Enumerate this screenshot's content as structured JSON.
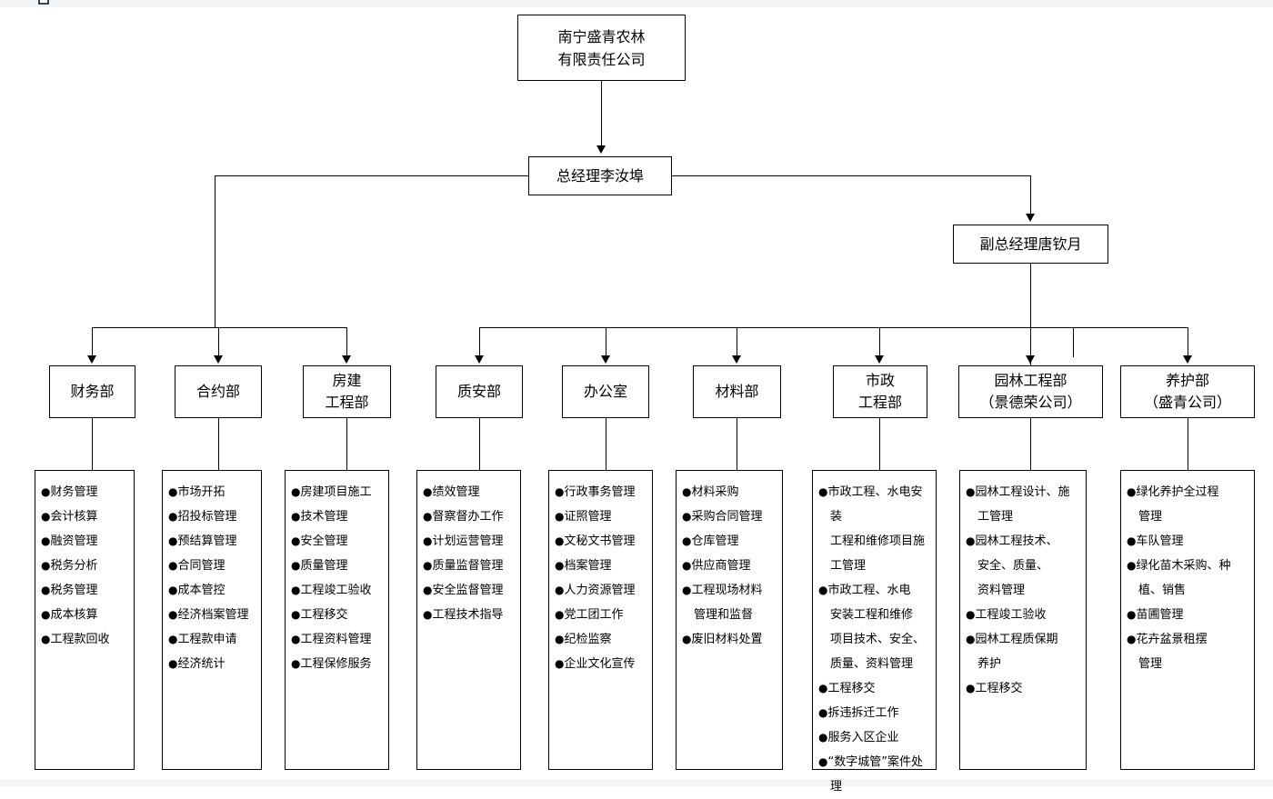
{
  "document": {
    "title": "南宁盛青农林有限责任公司 组织架构图",
    "tab_fragment_icon": "document-tab-icon"
  },
  "org": {
    "company": "南宁盛青农林\n有限责任公司",
    "general_manager": "总经理李汝埠",
    "deputy_general_manager": "副总经理唐钦月"
  },
  "departments": [
    {
      "id": "finance",
      "name": "财务部",
      "items": [
        "财务管理",
        "会计核算",
        "融资管理",
        "税务分析",
        "税务管理",
        "成本核算",
        "工程款回收"
      ]
    },
    {
      "id": "contract",
      "name": "合约部",
      "items": [
        "市场开拓",
        "招投标管理",
        "预结算管理",
        "合同管理",
        "成本管控",
        "经济档案管理",
        "工程款申请",
        "经济统计"
      ]
    },
    {
      "id": "building-engineering",
      "name": "房建\n工程部",
      "items": [
        "房建项目施工",
        "技术管理",
        "安全管理",
        "质量管理",
        "工程竣工验收",
        "工程移交",
        "工程资料管理",
        "工程保修服务"
      ]
    },
    {
      "id": "quality-safety",
      "name": "质安部",
      "items": [
        "绩效管理",
        "督察督办工作",
        "计划运营管理",
        "质量监督管理",
        "安全监督管理",
        "工程技术指导"
      ]
    },
    {
      "id": "office",
      "name": "办公室",
      "items": [
        "行政事务管理",
        "证照管理",
        "文秘文书管理",
        "档案管理",
        "人力资源管理",
        "党工团工作",
        "纪检监察",
        "企业文化宣传"
      ]
    },
    {
      "id": "materials",
      "name": "材料部",
      "items": [
        "材料采购",
        "采购合同管理",
        "仓库管理",
        "供应商管理",
        "工程现场材料\n管理和监督",
        "废旧材料处置"
      ]
    },
    {
      "id": "municipal-engineering",
      "name": "市政\n工程部",
      "items": [
        "市政工程、水电安装\n工程和维修项目施\n工管理",
        "市政工程、水电\n安装工程和维修\n项目技术、安全、\n质量、资料管理",
        "工程移交",
        "拆违拆迁工作",
        "服务入区企业",
        "“数字城管”案件处\n理"
      ]
    },
    {
      "id": "landscape-engineering",
      "name": "园林工程部\n（景德荣公司）",
      "items": [
        "园林工程设计、施\n工管理",
        "园林工程技术、\n安全、质量、\n资料管理",
        "工程竣工验收",
        "园林工程质保期\n养护",
        "工程移交"
      ]
    },
    {
      "id": "maintenance",
      "name": "养护部\n（盛青公司）",
      "items": [
        "绿化养护全过程\n管理",
        "车队管理",
        "绿化苗木采购、种\n植、销售",
        "苗圃管理",
        "花卉盆景租摆\n管理"
      ]
    }
  ],
  "style": {
    "line_color": "#000000",
    "box_border": "#000000",
    "background": "#ffffff",
    "strip": "#f4f5f7",
    "bullet": "●"
  }
}
